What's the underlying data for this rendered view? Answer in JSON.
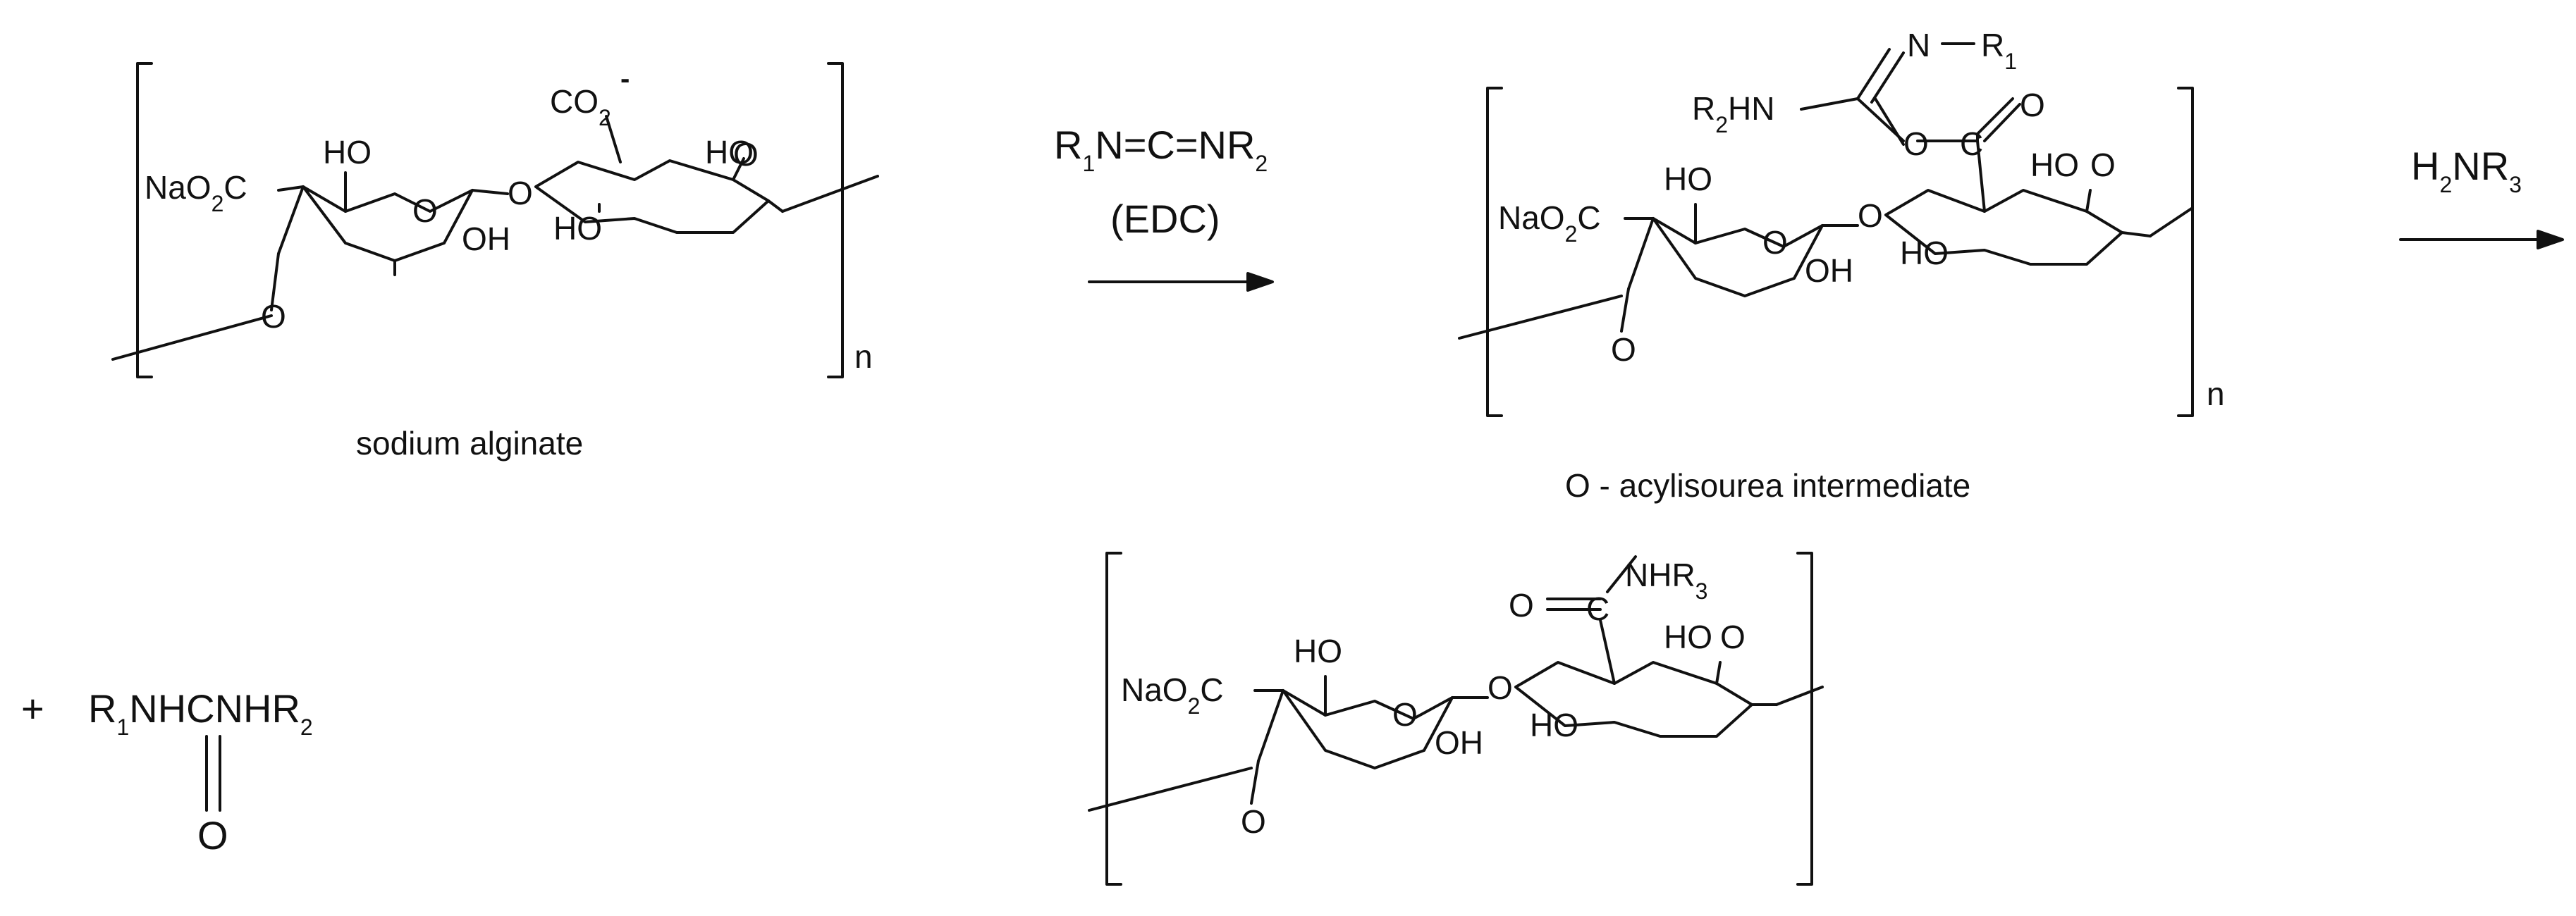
{
  "reaction": {
    "reagent_edc": "R1N=C=NR2",
    "reagent_edc_name": "(EDC)",
    "reagent_amine": "H2NR3",
    "plus_sign": "+",
    "byproduct": "R1NHCNHR2",
    "byproduct_oxygen": "O",
    "repeat_index": "n"
  },
  "structures": {
    "sodium_alginate": {
      "label": "sodium alginate",
      "substituent": "CO2",
      "charge": "-"
    },
    "intermediate": {
      "label": "O - acylisourea intermediate",
      "imine": "N",
      "imine_r": "R1",
      "amine_group": "R2HN",
      "ester_o": "O",
      "carbonyl_o": "O",
      "carbonyl_c": "C"
    },
    "product": {
      "carbonyl_o": "O",
      "carbonyl_c": "C",
      "amide": "NHR3"
    },
    "common_atoms": {
      "nao2c": "NaO2C",
      "ho": "HO",
      "oh": "OH",
      "ring_o": "O",
      "linker_o": "O"
    }
  },
  "colors": {
    "ink": "#111111",
    "background": "#ffffff"
  }
}
